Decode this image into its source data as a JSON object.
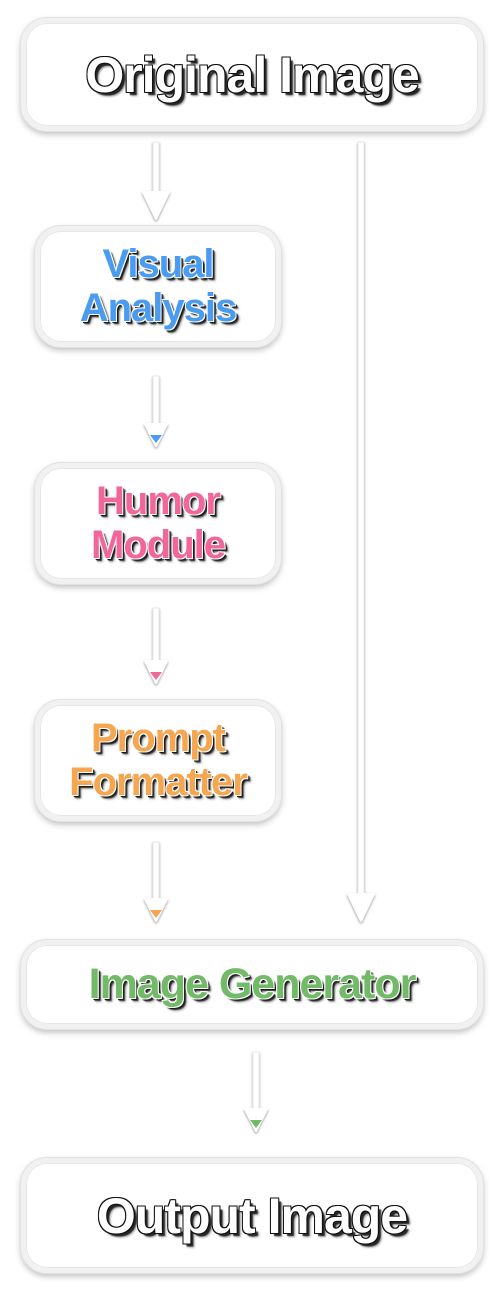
{
  "nodes": {
    "original_image": {
      "label": "Original Image"
    },
    "visual_analysis": {
      "line1": "Visual",
      "line2": "Analysis",
      "color": "#4a9cf0"
    },
    "humor_module": {
      "line1": "Humor",
      "line2": "Module",
      "color": "#f2679a"
    },
    "prompt_formatter": {
      "line1": "Prompt",
      "line2": "Formatter",
      "color": "#f5a650"
    },
    "image_generator": {
      "label": "Image Generator",
      "color": "#72ba68"
    },
    "output_image": {
      "label": "Output Image"
    }
  },
  "edges": [
    {
      "from": "Original Image",
      "to": "Visual Analysis",
      "head_color": "#ffffff"
    },
    {
      "from": "Visual Analysis",
      "to": "Humor Module",
      "head_color": "#4a9cf0"
    },
    {
      "from": "Humor Module",
      "to": "Prompt Formatter",
      "head_color": "#f2679a"
    },
    {
      "from": "Prompt Formatter",
      "to": "Image Generator",
      "head_color": "#f5a650"
    },
    {
      "from": "Original Image",
      "to": "Image Generator",
      "head_color": "#ffffff"
    },
    {
      "from": "Image Generator",
      "to": "Output Image",
      "head_color": "#72ba68"
    }
  ]
}
